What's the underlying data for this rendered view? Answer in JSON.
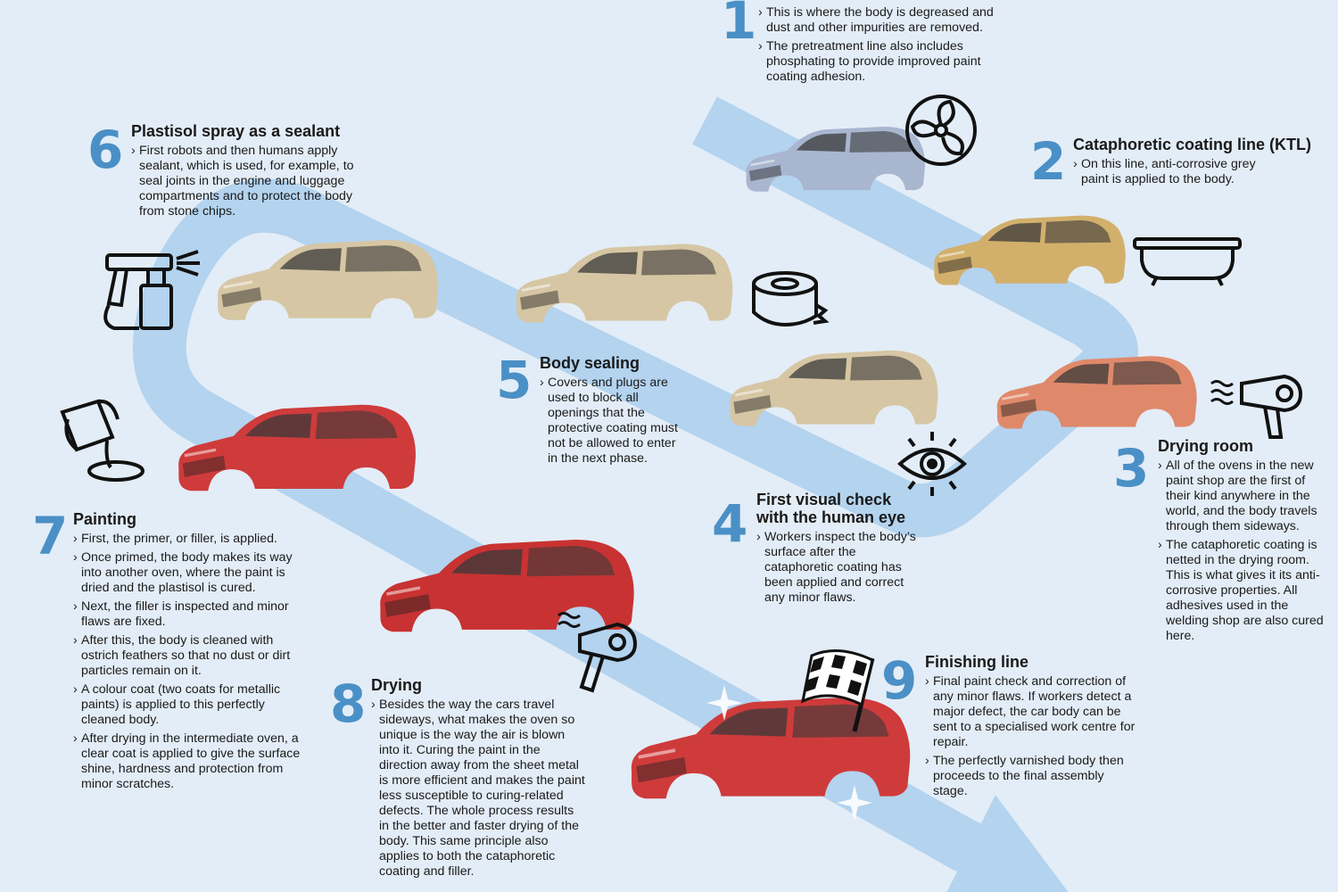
{
  "colors": {
    "background": "#e3edf7",
    "track": "#b3d3ef",
    "number": "#4a90c6",
    "car_grey": "#a9b6cf",
    "car_beige": "#d6c6a4",
    "car_ochre": "#d2b06c",
    "car_red": "#cf3b3b"
  },
  "icons": [
    "fan-icon",
    "bathtub-icon",
    "hair-dryer-icon",
    "eye-icon",
    "tape-icon",
    "spray-gun-icon",
    "paint-bucket-icon",
    "checkered-flag-icon"
  ],
  "steps": [
    {
      "number": "1",
      "title": "",
      "bullets": [
        "This is where the body is degreased and dust and other impurities are removed.",
        "The pretreatment line also includes phosphating to provide improved paint coating adhesion."
      ]
    },
    {
      "number": "2",
      "title": "Cataphoretic coating line (KTL)",
      "bullets": [
        "On this line, anti-corrosive grey paint is applied to the body."
      ]
    },
    {
      "number": "3",
      "title": "Drying room",
      "bullets": [
        "All of the ovens in the new paint shop are the first of their kind anywhere in the world, and the body travels through them sideways.",
        "The cataphoretic coating is netted in the drying room. This is what gives it its anti-corrosive properties. All adhesives used in the welding shop are also cured here."
      ]
    },
    {
      "number": "4",
      "title": "First visual check with the human eye",
      "bullets": [
        "Workers inspect the body’s surface after the cataphoretic coating has been applied and correct any minor flaws."
      ]
    },
    {
      "number": "5",
      "title": "Body sealing",
      "bullets": [
        "Covers and plugs are used to block all openings that the protective coating must not be allowed to enter in the next phase."
      ]
    },
    {
      "number": "6",
      "title": "Plastisol spray as a sealant",
      "bullets": [
        "First robots and then humans apply sealant, which is used, for example, to seal joints in the engine and luggage compartments and to protect the body from stone chips."
      ]
    },
    {
      "number": "7",
      "title": "Painting",
      "bullets": [
        "First, the primer, or filler, is applied.",
        "Once primed, the body makes its way into another oven, where the paint is dried and the plastisol is cured.",
        "Next, the filler is inspected and minor flaws are fixed.",
        "After this, the body is cleaned with ostrich feathers so that no dust or dirt particles remain on it.",
        "A colour coat (two coats for metallic paints) is applied to this perfectly cleaned body.",
        "After drying in the intermediate oven, a clear coat is applied to give the surface shine, hardness and protection from minor scratches."
      ]
    },
    {
      "number": "8",
      "title": "Drying",
      "bullets": [
        "Besides the way the cars travel sideways, what makes the oven so unique is the way the air is blown into it. Curing the paint in the direction away from the sheet metal is more efficient and makes the paint less susceptible to curing-related defects. The whole process results in the better and faster drying of the body. This same principle also applies to both the cataphoretic coating and filler."
      ]
    },
    {
      "number": "9",
      "title": "Finishing line",
      "bullets": [
        "Final paint check and correction of any minor flaws. If workers detect a major defect, the car body can be sent to a specialised work centre for repair.",
        "The perfectly varnished body then proceeds to the final assembly stage."
      ]
    }
  ]
}
